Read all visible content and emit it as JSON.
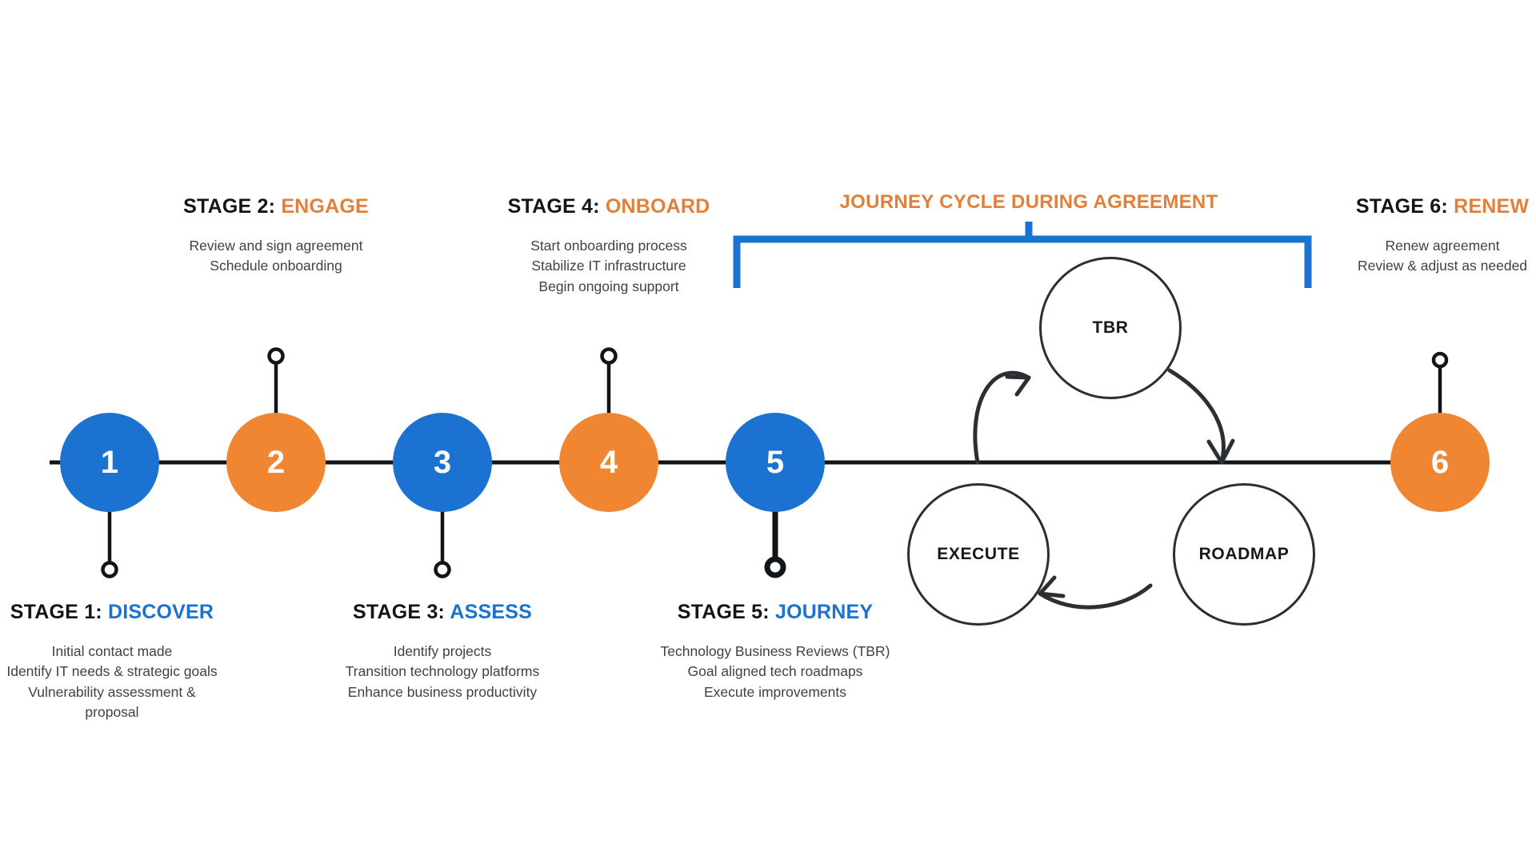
{
  "colors": {
    "blue": "#1B72D0",
    "orange": "#F08632",
    "accent_orange_text": "#E2803A",
    "accent_blue_text": "#1B72D0",
    "line": "#111418",
    "bracket_blue": "#1B72D0",
    "body_text": "#3d4246",
    "background": "#ffffff"
  },
  "timeline": {
    "stages": [
      {
        "number": "1",
        "color_name": "blue",
        "prefix": "STAGE 1:",
        "name": "DISCOVER",
        "name_color": "blue",
        "position": "below",
        "description": "Initial contact made\nIdentify IT needs & strategic goals\nVulnerability assessment &\nproposal"
      },
      {
        "number": "2",
        "color_name": "orange",
        "prefix": "STAGE 2:",
        "name": "ENGAGE",
        "name_color": "orange",
        "position": "above",
        "description": "Review and sign agreement\nSchedule onboarding"
      },
      {
        "number": "3",
        "color_name": "blue",
        "prefix": "STAGE 3:",
        "name": "ASSESS",
        "name_color": "blue",
        "position": "below",
        "description": "Identify projects\nTransition technology platforms\nEnhance business productivity"
      },
      {
        "number": "4",
        "color_name": "orange",
        "prefix": "STAGE 4:",
        "name": "ONBOARD",
        "name_color": "orange",
        "position": "above",
        "description": "Start onboarding process\nStabilize IT infrastructure\nBegin ongoing support"
      },
      {
        "number": "5",
        "color_name": "blue",
        "prefix": "STAGE 5:",
        "name": "JOURNEY",
        "name_color": "blue",
        "position": "below",
        "description": "Technology Business Reviews (TBR)\nGoal aligned tech roadmaps\nExecute improvements"
      },
      {
        "number": "6",
        "color_name": "orange",
        "prefix": "STAGE 6:",
        "name": "RENEW",
        "name_color": "orange",
        "position": "above",
        "description": "Renew agreement\nReview & adjust as needed"
      }
    ]
  },
  "journey_cycle": {
    "bracket_title": "JOURNEY CYCLE DURING AGREEMENT",
    "nodes": [
      {
        "label": "TBR"
      },
      {
        "label": "ROADMAP"
      },
      {
        "label": "EXECUTE"
      }
    ]
  }
}
